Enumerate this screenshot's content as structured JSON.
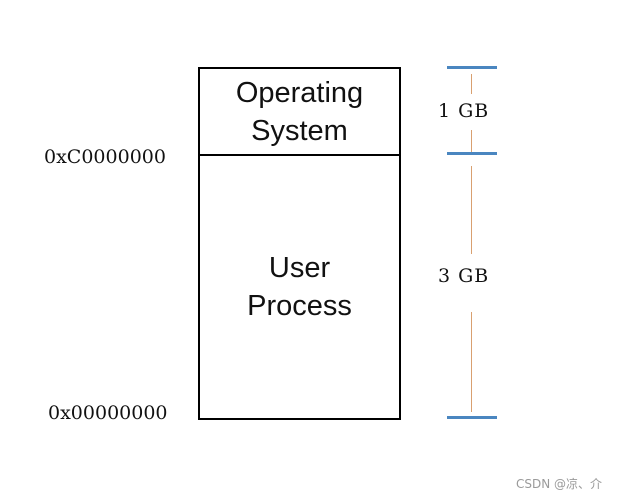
{
  "memory_map": {
    "os_segment": {
      "line1": "Operating",
      "line2": "System"
    },
    "user_segment": {
      "line1": "User",
      "line2": "Process"
    },
    "boundary_address": "0xC0000000",
    "base_address": "0x00000000",
    "os_size": "1 GB",
    "user_size": "3 GB"
  },
  "watermark": "CSDN @凉、介",
  "colors": {
    "tick": "#4a86c0",
    "guide_line": "#d9a070",
    "border": "#000000"
  }
}
